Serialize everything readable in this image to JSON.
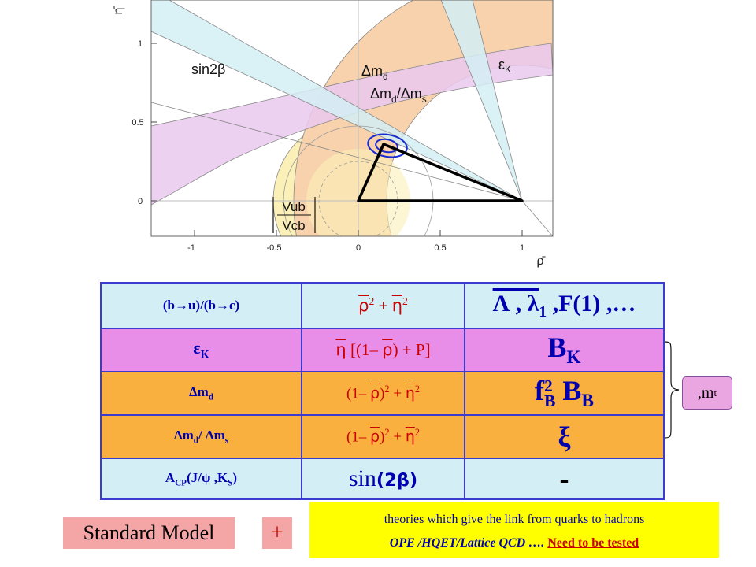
{
  "plot": {
    "axis_labels": {
      "y": "η̄",
      "x": "ρ̄"
    },
    "y_ticks": [
      "1",
      "0.5",
      "0"
    ],
    "x_ticks": [
      "-1",
      "-0.5",
      "0",
      "0.5",
      "1"
    ],
    "constraint_labels": {
      "sin2beta": "sin2β",
      "dmd": "Δm",
      "dmd_sub": "d",
      "dmd_dms": "Δm",
      "dmd_dms_sub1": "d",
      "dmd_dms_mid": "/Δm",
      "dmd_dms_sub2": "s",
      "epsk": "ε",
      "epsk_sub": "K",
      "vub": "Vub",
      "vcb": "Vcb"
    },
    "colors": {
      "sin2beta_band": "#d4eef5",
      "dmd_band": "#f8d2ac",
      "epsk_band": "#eac9ef",
      "vub_band": "#fbf0b8",
      "triangle": "#000000",
      "contour": "#1a2bd0"
    }
  },
  "table": {
    "rows": [
      {
        "measurement": {
          "pre": "(b",
          "arrow": "→",
          "mid": "u)/(b",
          "arrow2": "→",
          "post": "c)"
        },
        "expression": {
          "a": "ρ",
          "b": "2",
          "op": " + ",
          "c": "η",
          "d": "2"
        },
        "parameter": {
          "main": "Λ , λ",
          "sub": "1",
          "rest": " ,F(1) ,…"
        },
        "bg": "#d4eef5"
      },
      {
        "measurement": {
          "main": "ε",
          "sub": "K"
        },
        "expression": {
          "eta": "η",
          "pre": " [(1– ",
          "rho": "ρ",
          "post": ") + P]"
        },
        "parameter": {
          "main": "B",
          "sub": "K"
        },
        "bg": "#e98ee8"
      },
      {
        "measurement": {
          "main": "Δm",
          "sub": "d"
        },
        "expression": {
          "pre": "(1– ",
          "rho": "ρ",
          "post": ")",
          "exp": "2",
          "op": " + ",
          "eta": "η",
          "exp2": "2"
        },
        "parameter": {
          "main": "f",
          "sup": "2",
          "sub": "B",
          "rest": " B",
          "sub2": "B"
        },
        "bg": "#f9b03f"
      },
      {
        "measurement": {
          "main": "Δm",
          "sub": "d",
          "mid": "/ Δm",
          "sub2": "s"
        },
        "expression": {
          "pre": "(1– ",
          "rho": "ρ",
          "post": ")",
          "exp": "2",
          "op": " + ",
          "eta": "η",
          "exp2": "2"
        },
        "parameter": {
          "main": "ξ"
        },
        "bg": "#f9b03f"
      },
      {
        "measurement": {
          "main": "A",
          "sub": "CP",
          "rest": "(J/ψ ,K",
          "sub2": "S",
          "end": ")"
        },
        "expression": {
          "pre": "sin",
          "arg": "(2β)"
        },
        "parameter": {
          "main": "-"
        },
        "bg": "#d4eef5"
      }
    ]
  },
  "side_box": {
    "text": ",m",
    "sub": "t"
  },
  "footer": {
    "standard_model": "Standard Model",
    "plus": "+",
    "line1": "theories which give the link from quarks to hadrons",
    "line2_pre": "OPE /HQET/Lattice QCD …. ",
    "line2_link": "Need to be tested"
  }
}
